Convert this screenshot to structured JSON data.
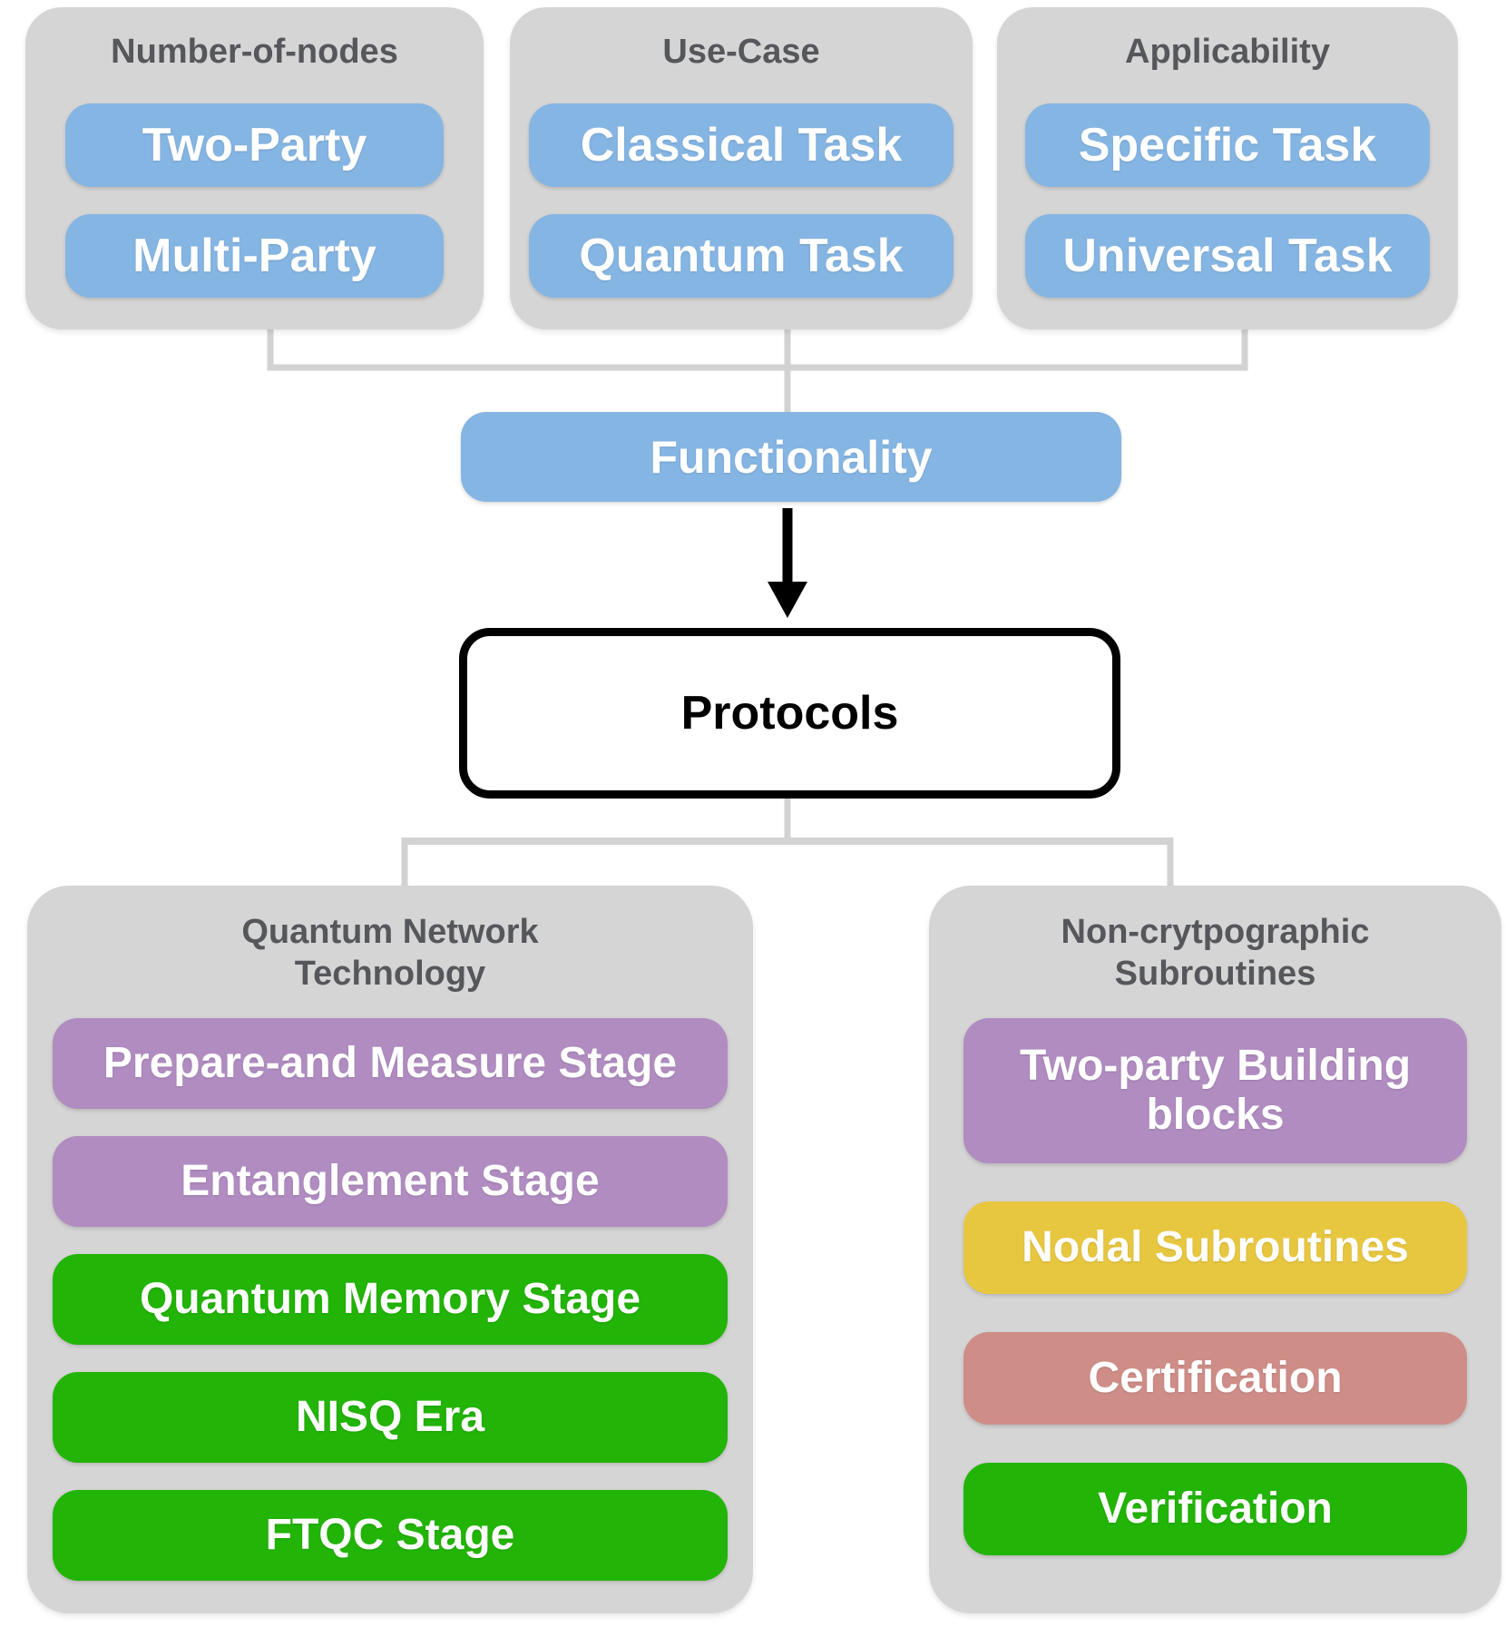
{
  "colors": {
    "container_gray": "#d5d5d5",
    "connector_gray": "#d2d2d2",
    "header_text": "#56575b",
    "blue": "#85b5e3",
    "purple": "#b08cc0",
    "green": "#22b406",
    "yellow": "#e8c740",
    "salmon": "#cf8d88",
    "protocols_border": "#000000",
    "pill_text": "#ffffff"
  },
  "diagram": {
    "top_groups": [
      {
        "title": "Number-of-nodes",
        "items": [
          {
            "label": "Two-Party",
            "color": "blue"
          },
          {
            "label": "Multi-Party",
            "color": "blue"
          }
        ]
      },
      {
        "title": "Use-Case",
        "items": [
          {
            "label": "Classical Task",
            "color": "blue"
          },
          {
            "label": "Quantum Task",
            "color": "blue"
          }
        ]
      },
      {
        "title": "Applicability",
        "items": [
          {
            "label": "Specific Task",
            "color": "blue"
          },
          {
            "label": "Universal Task",
            "color": "blue"
          }
        ]
      }
    ],
    "functionality": {
      "label": "Functionality",
      "color": "blue"
    },
    "protocols": {
      "label": "Protocols"
    },
    "bottom_groups": [
      {
        "title": "Quantum Network\nTechnology",
        "items": [
          {
            "label": "Prepare-and Measure Stage",
            "color": "purple"
          },
          {
            "label": "Entanglement Stage",
            "color": "purple"
          },
          {
            "label": "Quantum Memory Stage",
            "color": "green"
          },
          {
            "label": "NISQ Era",
            "color": "green"
          },
          {
            "label": "FTQC Stage",
            "color": "green"
          }
        ]
      },
      {
        "title": "Non-crytpographic\nSubroutines",
        "items": [
          {
            "label": "Two-party Building\nblocks",
            "color": "purple"
          },
          {
            "label": "Nodal Subroutines",
            "color": "yellow"
          },
          {
            "label": "Certification",
            "color": "salmon"
          },
          {
            "label": "Verification",
            "color": "green"
          }
        ]
      }
    ]
  }
}
